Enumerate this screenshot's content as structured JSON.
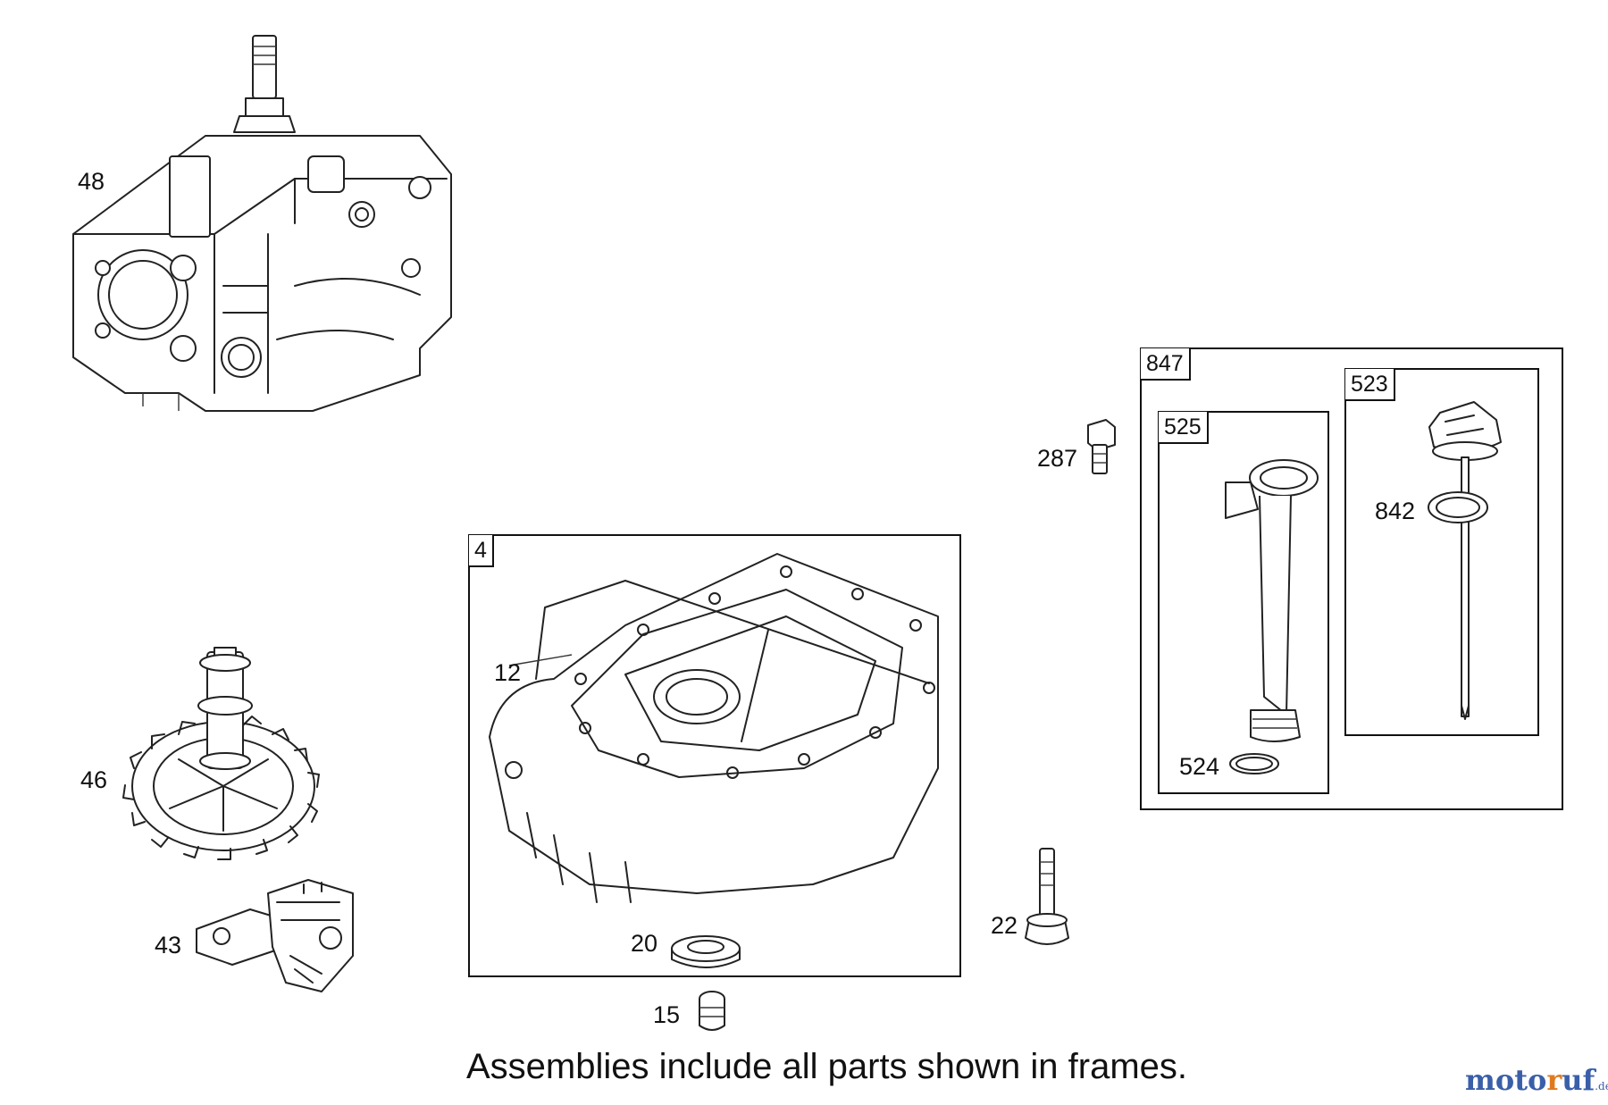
{
  "parts": {
    "p48": "48",
    "p46": "46",
    "p43": "43",
    "p4": "4",
    "p12": "12",
    "p20": "20",
    "p15": "15",
    "p22": "22",
    "p287": "287",
    "p847": "847",
    "p525": "525",
    "p523": "523",
    "p842": "842",
    "p524": "524"
  },
  "caption": "Assemblies include all parts shown in frames.",
  "watermark": {
    "main": "motoruf",
    "suffix": ".de"
  },
  "colors": {
    "watermark_blue": "#3a5fa8",
    "watermark_orange": "#e07a1f",
    "line": "#222222"
  }
}
